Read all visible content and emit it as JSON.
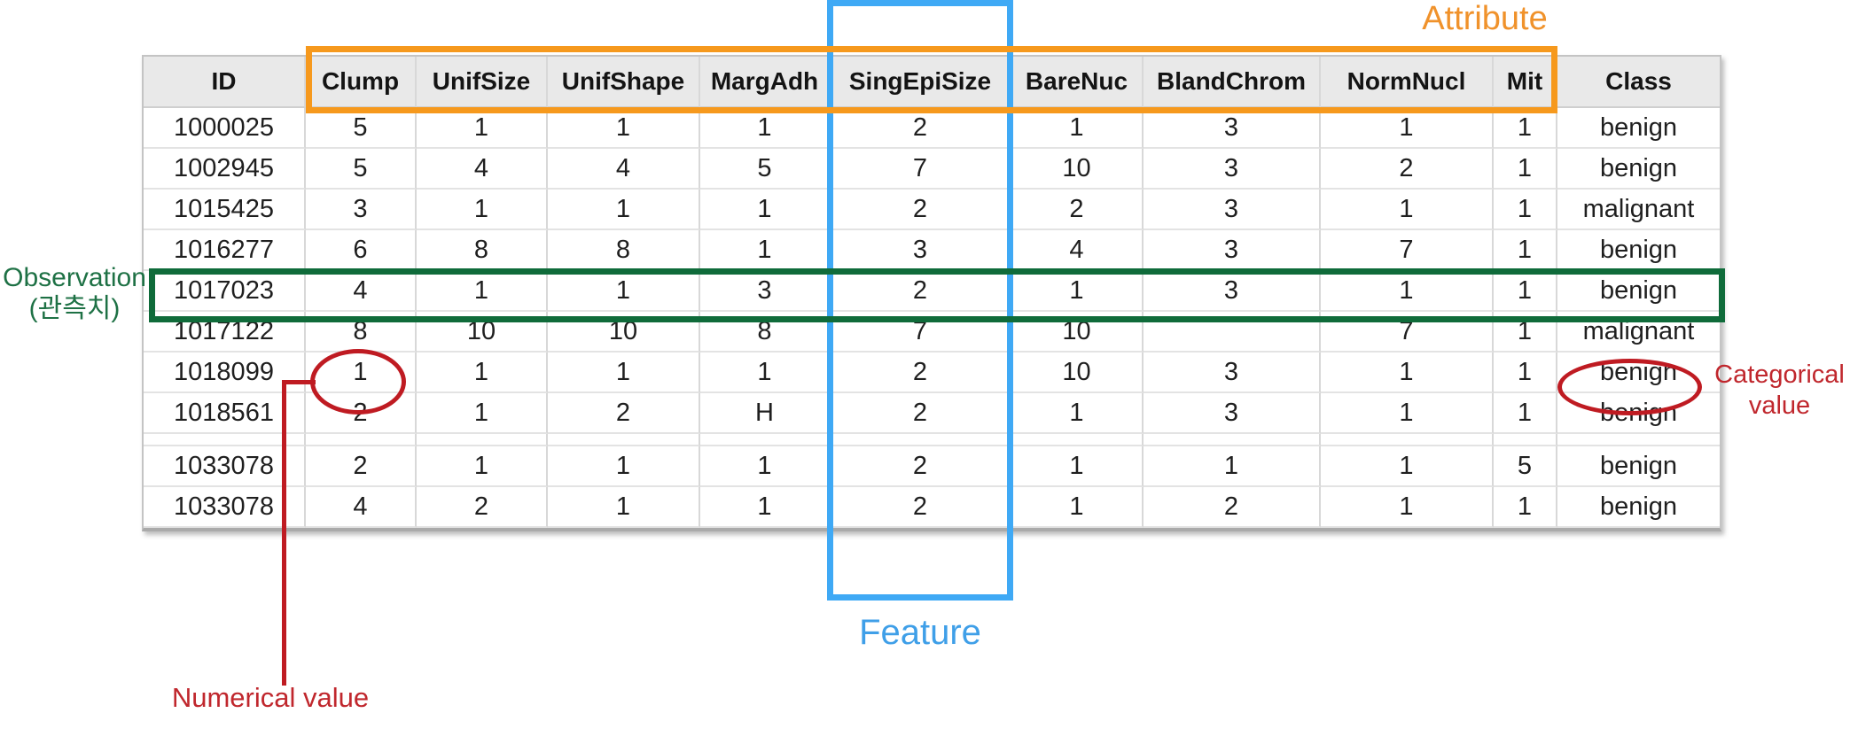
{
  "page": {
    "background_color": "#ffffff",
    "description_colors": {
      "attribute_box": "#f6991d",
      "feature_box": "#3fa9f5",
      "observation_box": "#0f6b3a",
      "value_circles": "#bf1b22",
      "header_background": "#e9e9e9"
    }
  },
  "table": {
    "columns": [
      "ID",
      "Clump",
      "UnifSize",
      "UnifShape",
      "MargAdh",
      "SingEpiSize",
      "BareNuc",
      "BlandChrom",
      "NormNucl",
      "Mit",
      "Class"
    ],
    "rows": [
      [
        "1000025",
        "5",
        "1",
        "1",
        "1",
        "2",
        "1",
        "3",
        "1",
        "1",
        "benign"
      ],
      [
        "1002945",
        "5",
        "4",
        "4",
        "5",
        "7",
        "10",
        "3",
        "2",
        "1",
        "benign"
      ],
      [
        "1015425",
        "3",
        "1",
        "1",
        "1",
        "2",
        "2",
        "3",
        "1",
        "1",
        "malignant"
      ],
      [
        "1016277",
        "6",
        "8",
        "8",
        "1",
        "3",
        "4",
        "3",
        "7",
        "1",
        "benign"
      ],
      [
        "1017023",
        "4",
        "1",
        "1",
        "3",
        "2",
        "1",
        "3",
        "1",
        "1",
        "benign"
      ],
      [
        "1017122",
        "8",
        "10",
        "10",
        "8",
        "7",
        "10",
        "",
        "7",
        "1",
        "malignant"
      ],
      [
        "1018099",
        "1",
        "1",
        "1",
        "1",
        "2",
        "10",
        "3",
        "1",
        "1",
        "benign"
      ],
      [
        "1018561",
        "2",
        "1",
        "2",
        "H",
        "2",
        "1",
        "3",
        "1",
        "1",
        "benign"
      ],
      [
        "1033078",
        "2",
        "1",
        "1",
        "1",
        "2",
        "1",
        "1",
        "1",
        "5",
        "benign"
      ],
      [
        "1033078",
        "4",
        "2",
        "1",
        "1",
        "2",
        "1",
        "2",
        "1",
        "1",
        "benign"
      ]
    ],
    "gap_before_row_index": 8
  },
  "annotations": {
    "attribute": {
      "label": "Attribute",
      "color": "#f0922b"
    },
    "feature": {
      "label": "Feature",
      "color": "#3f9fe8"
    },
    "observation": {
      "label_line1": "Observation",
      "label_line2": "(관측치)",
      "color": "#1e7145"
    },
    "numerical": {
      "label": "Numerical value",
      "color": "#c0272d"
    },
    "categorical": {
      "label_line1": "Categorical",
      "label_line2": "value",
      "color": "#c0272d"
    }
  }
}
